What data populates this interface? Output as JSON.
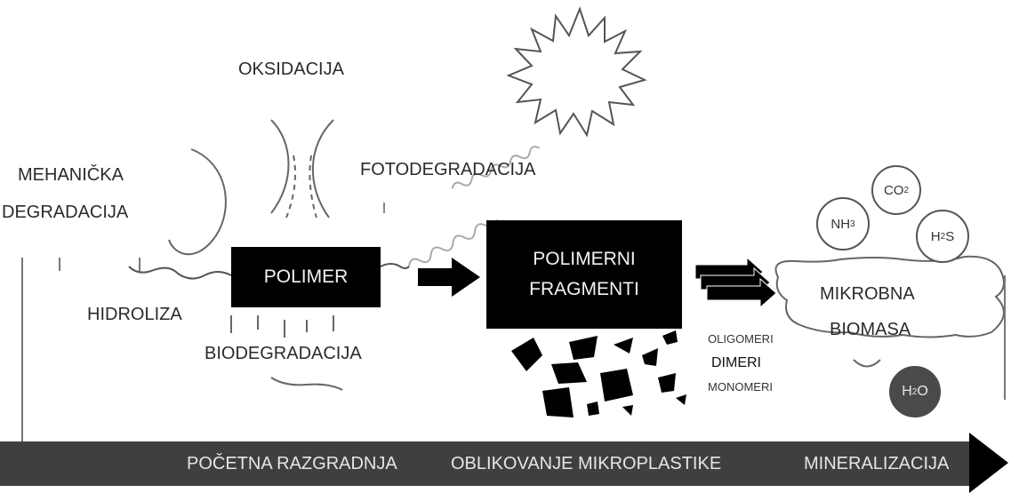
{
  "labels": {
    "oksidacija": "OKSIDACIJA",
    "mehanicka_line1": "MEHANIČKA",
    "mehanicka_line2": "DEGRADACIJA",
    "fotodegradacija": "FOTODEGRADACIJA",
    "hidroliza": "HIDROLIZA",
    "biodegradacija": "BIODEGRADACIJA",
    "oligomeri": "OLIGOMERI",
    "dimeri": "DIMERI",
    "monomeri": "MONOMERI"
  },
  "boxes": {
    "polimer": "POLIMER",
    "fragmenti_line1": "POLIMERNI",
    "fragmenti_line2": "FRAGMENTI",
    "biomasa_line1": "MIKROBNA",
    "biomasa_line2": "BIOMASA"
  },
  "gases": {
    "co2": "CO",
    "co2_sub": "2",
    "nh3": "NH",
    "nh3_sub": "3",
    "h2s_a": "H",
    "h2s_sub": "2",
    "h2s_b": "S",
    "h2o_a": "H",
    "h2o_sub": "2",
    "h2o_b": "O"
  },
  "timeline": {
    "stage1": "POČETNA RAZGRADNJA",
    "stage2": "OBLIKOVANJE MIKROPLASTIKE",
    "stage3": "MINERALIZACIJA"
  },
  "colors": {
    "box": "#000000",
    "timeline": "#3f3f3f",
    "line": "#555555"
  }
}
